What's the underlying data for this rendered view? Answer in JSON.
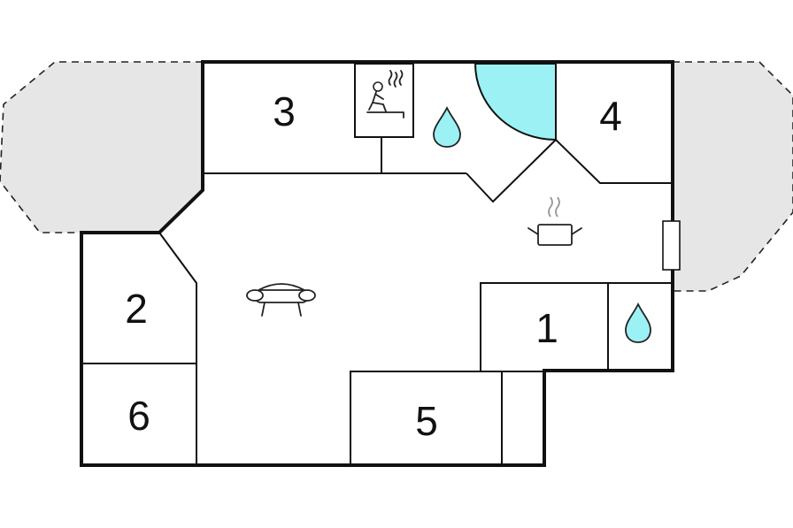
{
  "colors": {
    "wall": "#111111",
    "terrace": "#e6e6e6",
    "water": "#9cf1f4",
    "background": "#ffffff"
  },
  "rooms": [
    {
      "id": "room-1",
      "label": "1"
    },
    {
      "id": "room-2",
      "label": "2"
    },
    {
      "id": "room-3",
      "label": "3"
    },
    {
      "id": "room-4",
      "label": "4"
    },
    {
      "id": "room-5",
      "label": "5"
    },
    {
      "id": "room-6",
      "label": "6"
    }
  ],
  "icons": [
    "sauna-icon",
    "water-drop-icon",
    "cooking-pot-icon",
    "sofa-icon",
    "whirlpool-icon",
    "radiator-icon"
  ]
}
